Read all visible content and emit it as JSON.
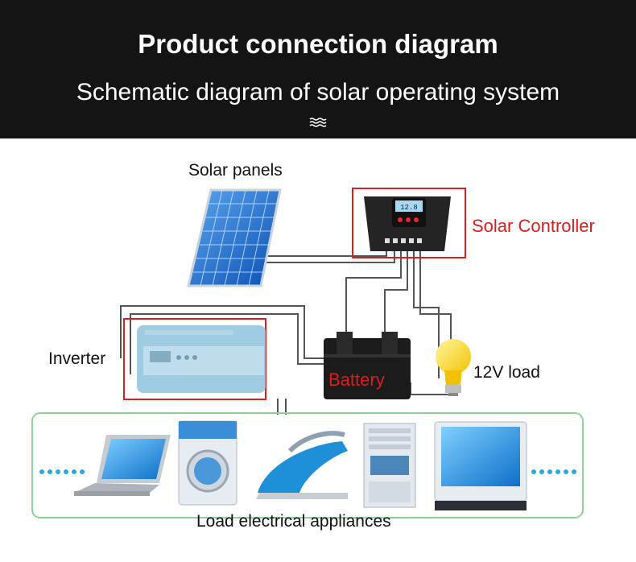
{
  "header": {
    "title": "Product connection diagram",
    "subtitle": "Schematic diagram of solar operating system"
  },
  "labels": {
    "solar_panels": "Solar panels",
    "solar_controller": "Solar Controller",
    "inverter": "Inverter",
    "battery": "Battery",
    "load_12v": "12V load",
    "appliances": "Load electrical appliances"
  },
  "controller_display": "12.8",
  "colors": {
    "header_bg": "#141414",
    "highlight_red": "#d81e1e",
    "appliance_border": "#8fd39a",
    "dots": "#29a9e0"
  },
  "icons": [
    "solar-panel-icon",
    "charge-controller-icon",
    "inverter-icon",
    "battery-icon",
    "light-bulb-icon",
    "laptop-icon",
    "washing-machine-icon",
    "iron-icon",
    "air-conditioner-icon",
    "monitor-icon"
  ]
}
